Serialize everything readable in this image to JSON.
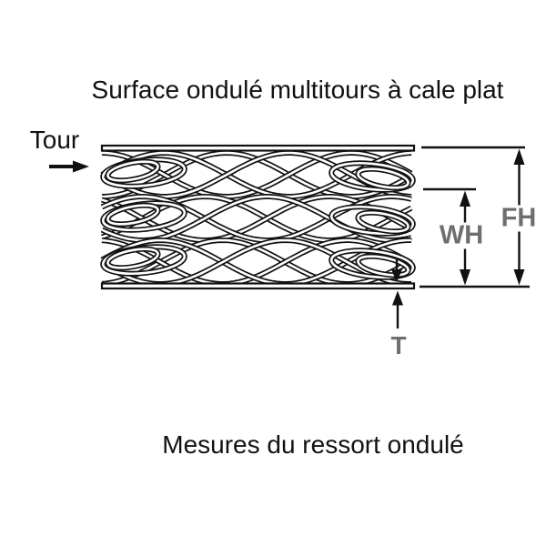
{
  "title": "Surface ondulé multitours à cale plat",
  "caption": "Mesures du ressort ondulé",
  "labels": {
    "turn": "Tour",
    "work_height": "WH",
    "free_height": "FH",
    "thickness": "T"
  },
  "colors": {
    "line": "#111111",
    "dimension_label": "#6e6e6e",
    "background": "#ffffff"
  }
}
